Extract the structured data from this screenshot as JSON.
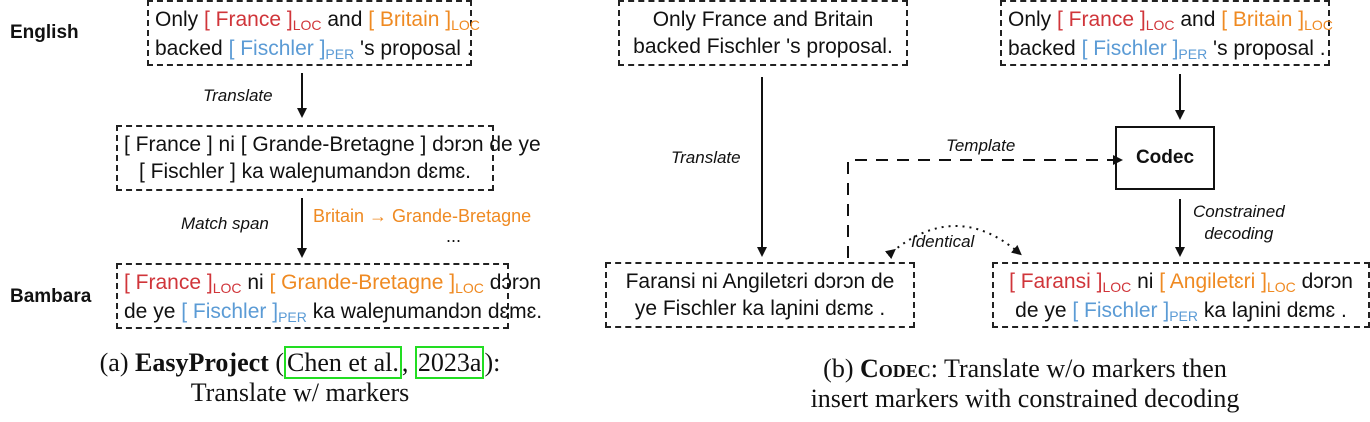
{
  "colors": {
    "loc_primary": "#d0353a",
    "loc_secondary": "#ef8a22",
    "per": "#5b9bd5",
    "citation_box": "#22dd22"
  },
  "panel_a": {
    "label_english": "English",
    "label_bambara": "Bambara",
    "english_box": {
      "line1": {
        "w1": "Only ",
        "ent1": "[ France ]",
        "tag1": "LOC",
        "w2": " and ",
        "ent2": "[ Britain ]",
        "tag2": "LOC"
      },
      "line2": {
        "w1": "backed ",
        "ent1": "[ Fischler ]",
        "tag1": "PER",
        "w2": " 's proposal ."
      }
    },
    "translate_label": "Translate",
    "translated_box": {
      "line1": "[ France ] ni [ Grande-Bretagne ] dɔrɔn de ye",
      "line2": "[ Fischler ] ka waleɲumandɔn dɛmɛ."
    },
    "match_span_label": "Match span",
    "match_example": "Britain → Grande-Bretagne",
    "match_ellipsis": "...",
    "bambara_box": {
      "line1": {
        "ent1": "[ France ]",
        "tag1": "LOC",
        "w1": " ni ",
        "ent2": "[ Grande-Bretagne ]",
        "tag2": "LOC",
        "w2": " dɔrɔn"
      },
      "line2": {
        "w1": "de ye ",
        "ent1": "[ Fischler ]",
        "tag1": "PER",
        "w2": " ka waleɲumandɔn dɛmɛ."
      }
    },
    "caption": {
      "prefix": "(a) ",
      "name": "EasyProject",
      "open": " (",
      "cite_author": "Chen et al.",
      "comma": ", ",
      "cite_year": "2023a",
      "close": "):",
      "line2": "Translate w/ markers"
    }
  },
  "panel_b": {
    "source_plain_box": {
      "line1": "Only France and Britain",
      "line2": "backed Fischler 's proposal."
    },
    "translate_label": "Translate",
    "translated_plain_box": {
      "line1": "Faransi ni Angiletɛri dɔrɔn de",
      "line2": "ye Fischler ka laɲini dɛmɛ ."
    },
    "source_marked_box": {
      "line1": {
        "w1": "Only ",
        "ent1": "[ France ]",
        "tag1": "LOC",
        "w2": " and ",
        "ent2": "[ Britain ]",
        "tag2": "LOC"
      },
      "line2": {
        "w1": "backed ",
        "ent1": "[ Fischler ]",
        "tag1": "PER",
        "w2": " 's proposal ."
      }
    },
    "template_label": "Template",
    "codec_label": "Codec",
    "constrained_label_1": "Constrained",
    "constrained_label_2": "decoding",
    "identical_label": "Identical",
    "output_box": {
      "line1": {
        "ent1": "[ Faransi ]",
        "tag1": "LOC",
        "w1": " ni ",
        "ent2": "[ Angiletɛri ]",
        "tag2": "LOC",
        "w2": " dɔrɔn"
      },
      "line2": {
        "w1": "de ye ",
        "ent1": "[ Fischler ]",
        "tag1": "PER",
        "w2": " ka laɲini dɛmɛ ."
      }
    },
    "caption": {
      "prefix": "(b) ",
      "name": "Codec",
      "rest": ": Translate w/o markers then",
      "line2": "insert markers with constrained decoding"
    }
  }
}
